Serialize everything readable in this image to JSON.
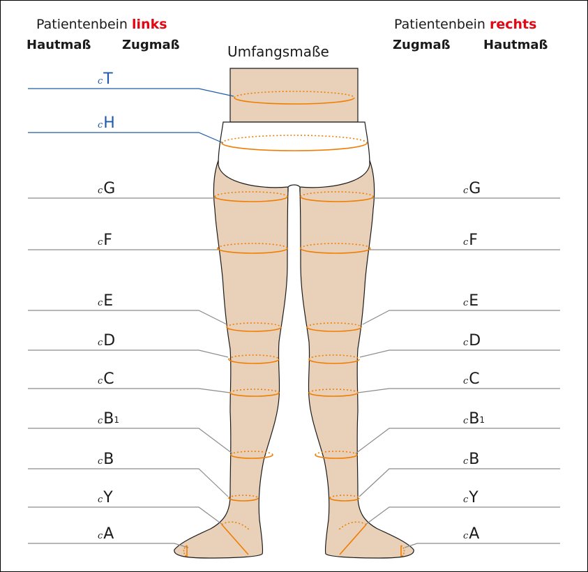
{
  "header": {
    "left_title_prefix": "Patientenbein",
    "left_title_side": "links",
    "left_col1": "Hautmaß",
    "left_col2": "Zugmaß",
    "center_title": "Umfangsmaße",
    "right_title_prefix": "Patientenbein",
    "right_title_side": "rechts",
    "right_col1": "Zugmaß",
    "right_col2": "Hautmaß"
  },
  "measure_prefix": "c",
  "measurements_left": [
    {
      "key": "T",
      "label": "T",
      "sub": ""
    },
    {
      "key": "H",
      "label": "H",
      "sub": ""
    },
    {
      "key": "G",
      "label": "G",
      "sub": ""
    },
    {
      "key": "F",
      "label": "F",
      "sub": ""
    },
    {
      "key": "E",
      "label": "E",
      "sub": ""
    },
    {
      "key": "D",
      "label": "D",
      "sub": ""
    },
    {
      "key": "C",
      "label": "C",
      "sub": ""
    },
    {
      "key": "B1",
      "label": "B",
      "sub": "1"
    },
    {
      "key": "B",
      "label": "B",
      "sub": ""
    },
    {
      "key": "Y",
      "label": "Y",
      "sub": ""
    },
    {
      "key": "A",
      "label": "A",
      "sub": ""
    }
  ],
  "measurements_right": [
    {
      "key": "G",
      "label": "G",
      "sub": ""
    },
    {
      "key": "F",
      "label": "F",
      "sub": ""
    },
    {
      "key": "E",
      "label": "E",
      "sub": ""
    },
    {
      "key": "D",
      "label": "D",
      "sub": ""
    },
    {
      "key": "C",
      "label": "C",
      "sub": ""
    },
    {
      "key": "B1",
      "label": "B",
      "sub": "1"
    },
    {
      "key": "B",
      "label": "B",
      "sub": ""
    },
    {
      "key": "Y",
      "label": "Y",
      "sub": ""
    },
    {
      "key": "A",
      "label": "A",
      "sub": ""
    }
  ],
  "colors": {
    "skin": "#e9d0b8",
    "skin_outline": "#1a1a1a",
    "measure_ring": "#f07d00",
    "leader_gray": "#8c8c8c",
    "leader_blue": "#1e5aa8",
    "accent_red": "#e30613"
  }
}
